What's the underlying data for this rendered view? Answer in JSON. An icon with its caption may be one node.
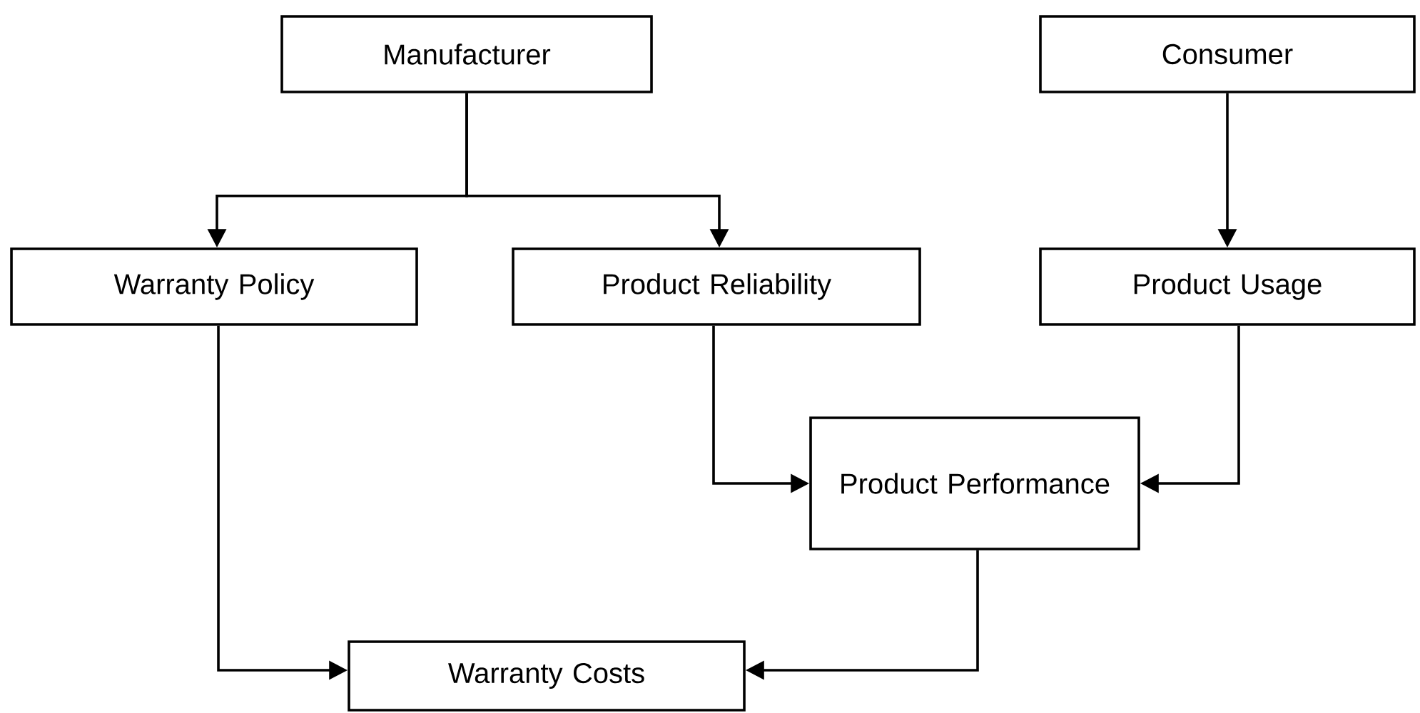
{
  "diagram": {
    "nodes": [
      {
        "text": [
          "Manufacturer"
        ]
      },
      {
        "text": [
          "Consumer"
        ]
      },
      {
        "text": [
          "Warranty Policy"
        ]
      },
      {
        "text": [
          "Product Reliability"
        ]
      },
      {
        "text": [
          "Product Usage"
        ]
      },
      {
        "text": [
          "Product Performance"
        ]
      },
      {
        "text": [
          "Warranty Costs"
        ]
      }
    ],
    "edges": [
      {
        "from": 0,
        "to": 2,
        "arrow": "to"
      },
      {
        "from": 0,
        "to": 3,
        "arrow": "to"
      },
      {
        "from": 1,
        "to": 4,
        "arrow": "to"
      },
      {
        "from": 3,
        "to": 5,
        "arrow": "to"
      },
      {
        "from": 4,
        "to": 5,
        "arrow": "to"
      },
      {
        "from": 2,
        "to": 6,
        "arrow": "to"
      },
      {
        "from": 5,
        "to": 6,
        "arrow": "to"
      }
    ]
  }
}
